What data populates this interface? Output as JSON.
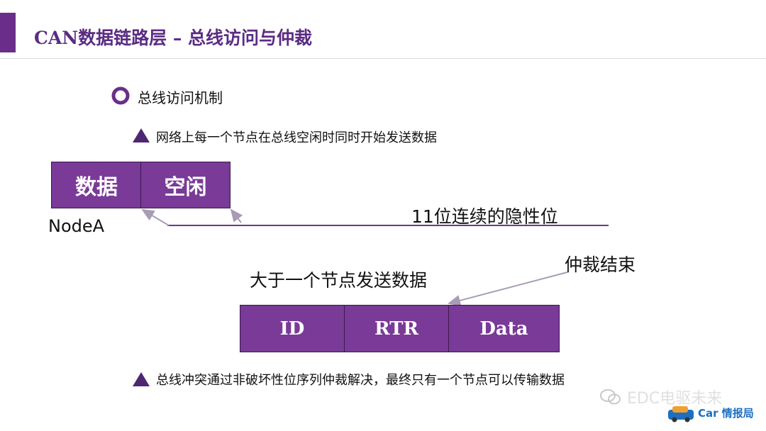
{
  "title": "CAN数据链路层  –  总线访问与仲裁",
  "section_heading": "总线访问机制",
  "bullet_start": "网络上每一个节点在总线空闲时同时开始发送数据",
  "frame_a": [
    "数据",
    "空闲"
  ],
  "node_label": "NodeA",
  "label_idle_bits": "11位连续的隐性位",
  "label_more_than_one": "大于一个节点发送数据",
  "label_arbitration_end": "仲裁结束",
  "frame_b": [
    "ID",
    "RTR",
    "Data"
  ],
  "bullet_conclusion": "总线冲突通过非破坏性位序列仲裁解决，最终只有一个节点可以传输数据",
  "watermark": {
    "channel": "EDC电驱未来",
    "logo_text": "Car 情报局"
  },
  "colors": {
    "accent": "#6a2e8a",
    "cell_fill": "#7a3a97",
    "arrow": "#a89bb5"
  },
  "icons": [
    "ring-bullet-icon",
    "triangle-bullet-icon",
    "wechat-icon",
    "car-logo-icon"
  ]
}
